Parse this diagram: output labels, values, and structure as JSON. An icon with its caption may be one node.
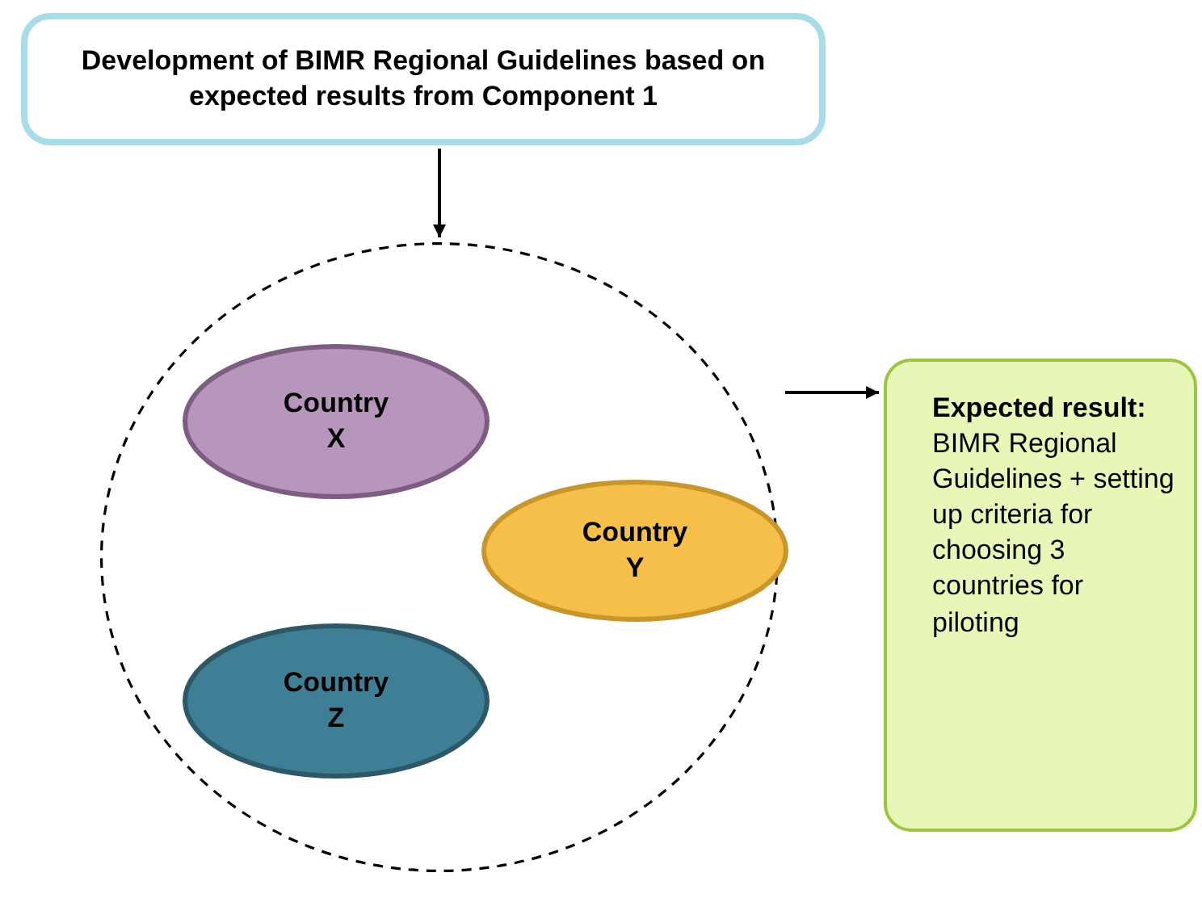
{
  "diagram": {
    "nodes": [
      {
        "text": [
          "Development of BIMR Regional Guidelines based on expected results from Component 1"
        ]
      },
      {
        "text": [],
        "shape": "circle"
      },
      {
        "text": [
          "Country X"
        ],
        "in": 1
      },
      {
        "text": [
          "Country Y"
        ],
        "in": 1
      },
      {
        "text": [
          "Country Z"
        ],
        "in": 1
      },
      {
        "text": [
          "Expected result:",
          "BIMR Regional Guidelines + setting up criteria for choosing 3 countries for piloting"
        ]
      }
    ],
    "edges": [
      {
        "from": 0,
        "to": 1,
        "arrow": "to"
      },
      {
        "from": 1,
        "to": 5,
        "arrow": "to"
      }
    ]
  }
}
